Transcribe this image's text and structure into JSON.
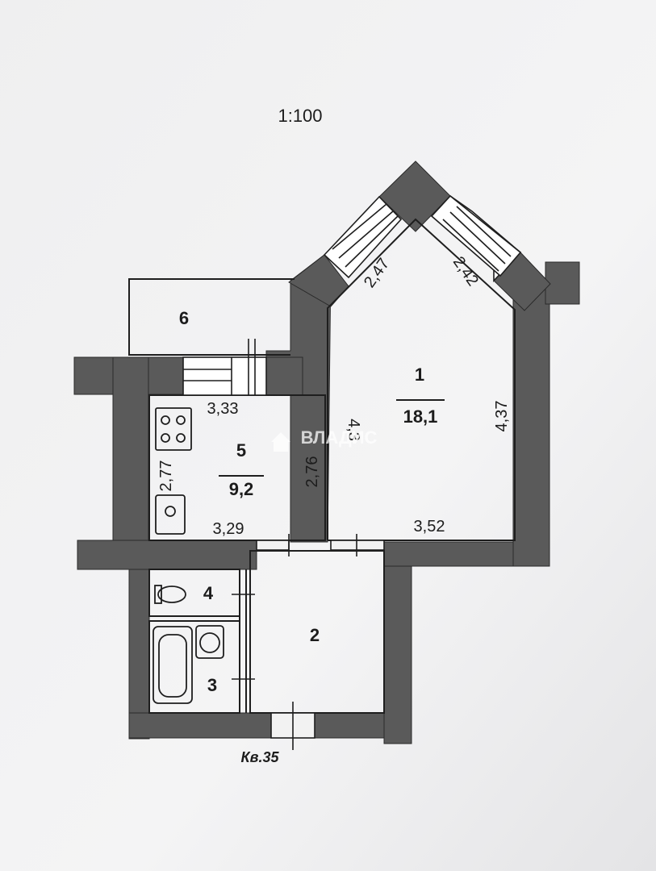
{
  "scale": "1:100",
  "apartment_label": "Кв.35",
  "watermark": "ВЛАДИС",
  "rooms": [
    {
      "number": "1",
      "area": "18,1"
    },
    {
      "number": "2"
    },
    {
      "number": "3"
    },
    {
      "number": "4"
    },
    {
      "number": "5",
      "area": "9,2"
    },
    {
      "number": "6"
    }
  ],
  "dimensions": {
    "bay_left": "2,47",
    "bay_right": "2,42",
    "room1_left": "4,3",
    "room1_right": "4,37",
    "room1_bottom": "3,52",
    "room5_top": "3,33",
    "room5_left": "2,77",
    "room5_right": "2,76",
    "room5_bottom": "3,29"
  },
  "colors": {
    "wall": "#5a5a5a",
    "paper": "#f2f2f2",
    "line": "#1e1e1e"
  },
  "icons": [
    "stove-icon",
    "kitchen-sink-icon",
    "toilet-icon",
    "bathtub-icon",
    "washbasin-icon",
    "house-icon"
  ]
}
